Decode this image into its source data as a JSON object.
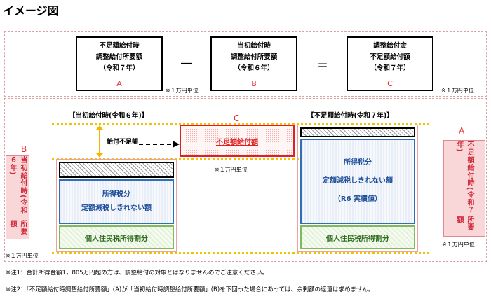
{
  "title": "イメージ図",
  "top": {
    "box_a": {
      "line1": "不足額給付時",
      "line2": "調整給付所要額",
      "line3": "（令和７年）",
      "tag": "A"
    },
    "box_b": {
      "line1": "当初給付時",
      "line2": "調整給付所要額",
      "line3": "（令和６年）",
      "tag": "B"
    },
    "box_c": {
      "line1": "調整給付金",
      "line2": "不足額給付額",
      "line3": "（令和７年）",
      "tag": "C"
    },
    "minus": "―",
    "equals": "＝",
    "unit_b": "※１万円単位",
    "unit_c": "※１万円単位"
  },
  "bottom": {
    "header_left": "【当初給付時(令和６年)】",
    "header_right": "【不足額給付時(令和７年)】",
    "letter_c": "C",
    "letter_b": "B",
    "letter_a": "A",
    "shortfall_arrow_label": "給付不足額",
    "shortfall_box": "不足額給付額",
    "unit_mid": "※１万円単位",
    "unit_left": "※１万円単位",
    "unit_right": "※１万円単位",
    "left_tax_line1": "所得税分",
    "left_tax_line2": "定額減税しきれない額",
    "left_resident": "個人住民税所得割分",
    "right_tax_line1": "所得税分",
    "right_tax_line2": "定額減税しきれない額",
    "right_tax_line3": "（R6 実績値）",
    "right_resident": "個人住民税所得割分",
    "left_side_label_main": "当初給付時(令和６年)",
    "left_side_label_sub": "所要額",
    "right_side_label_main": "不足額給付時(令和７年)",
    "right_side_label_sub": "所要額"
  },
  "footnotes": [
    "※注1：合計所得金額1，805万円超の方は、調整給付の対象とはなりませんのでご注意ください。",
    "※注2：「不足額給付時調整給付所要額」(A)が「当初給付時調整給付所要額」(B)を下回った場合にあっては、余剰額の返還は求めません。"
  ]
}
